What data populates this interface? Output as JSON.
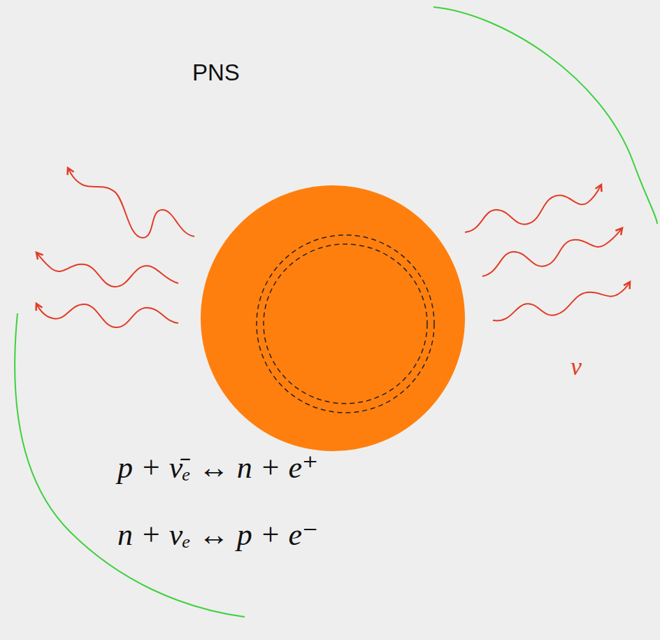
{
  "diagram": {
    "nodes": [
      {
        "text": [
          "PNS"
        ]
      }
    ],
    "labels": [
      "p + ν̄ₑ ↔ n + e⁺",
      "n + νₑ ↔ p + e⁻",
      "ν"
    ]
  }
}
